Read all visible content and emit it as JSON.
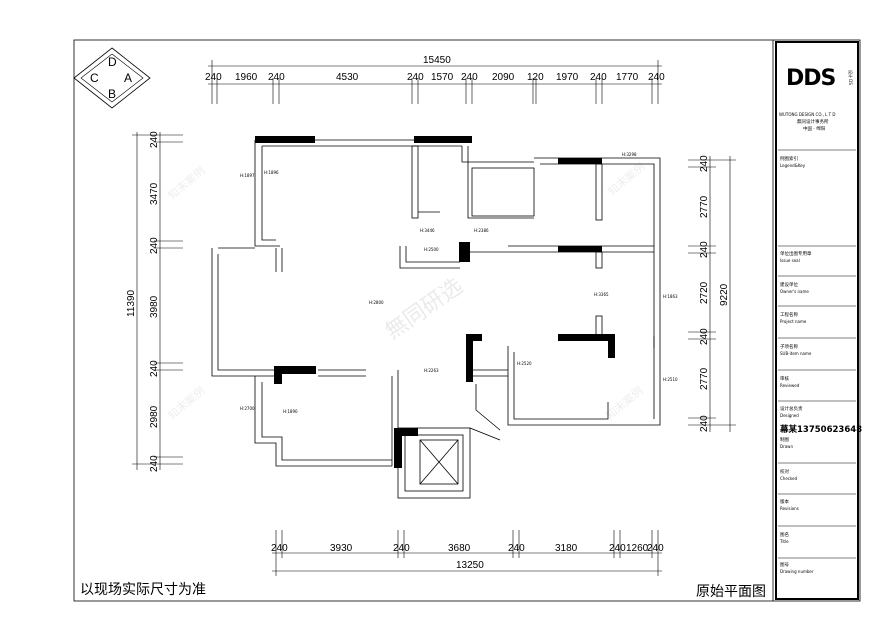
{
  "compass": {
    "top": "D",
    "left": "C",
    "right": "A",
    "bottom": "B"
  },
  "dims_top": {
    "total": "15450",
    "segments": [
      "240",
      "1960",
      "240",
      "4530",
      "240",
      "1570",
      "240",
      "2090",
      "120",
      "1970",
      "240",
      "1770",
      "240"
    ]
  },
  "dims_left": {
    "total": "11390",
    "segments": [
      "240",
      "3470",
      "240",
      "3980",
      "240",
      "2980",
      "240"
    ]
  },
  "dims_right": {
    "total": "9220",
    "segments": [
      "240",
      "2770",
      "240",
      "2720",
      "240",
      "2770",
      "240"
    ]
  },
  "dims_bottom": {
    "total": "13250",
    "segments": [
      "240",
      "3930",
      "240",
      "3680",
      "240",
      "3180",
      "240",
      "1260",
      "240"
    ]
  },
  "room_labels": {
    "a": "H:2800",
    "b": "H:1897",
    "c": "H:1896",
    "d": "H:3446",
    "e": "H:2500",
    "f": "H:2386",
    "g": "H:3298",
    "h": "H:3365",
    "i": "H:1863",
    "j": "H:2263",
    "k": "H:2520",
    "l": "H:2510",
    "m": "H:2700",
    "n": "H:1890"
  },
  "watermark": "無同研选",
  "watermark_small": "知末案例",
  "title_block": {
    "logo": "DDS",
    "logo_side": "设计 DS",
    "company_en": "WUTONG DESIGN CO., L T D",
    "company_cn": "無同设计事务所",
    "location": "中国 · 绵阳",
    "legend": {
      "cn": "例图索引",
      "en": "Legend&Key"
    },
    "issue": {
      "cn": "单位出图专用章",
      "en": "Issue seal"
    },
    "owner": {
      "cn": "建设单位",
      "en": "Owner's name"
    },
    "project": {
      "cn": "工程名称",
      "en": "Project name"
    },
    "sub": {
      "cn": "子项名称",
      "en": "SUB-item name"
    },
    "review": {
      "cn": "审核",
      "en": "Reviewed"
    },
    "designed": {
      "cn": "设计总负责",
      "en": "Designed"
    },
    "designer": "幕某13750623648",
    "drawn": {
      "cn": "制图",
      "en": "Drawn"
    },
    "checked": {
      "cn": "校对",
      "en": "Checked"
    },
    "revisions": {
      "cn": "版本",
      "en": "Revisions"
    },
    "title": {
      "cn": "图名",
      "en": "Title"
    },
    "drawing_no": {
      "cn": "图号",
      "en": "Drawing number"
    }
  },
  "captions": {
    "left": "以现场实际尺寸为准",
    "right": "原始平面图"
  }
}
